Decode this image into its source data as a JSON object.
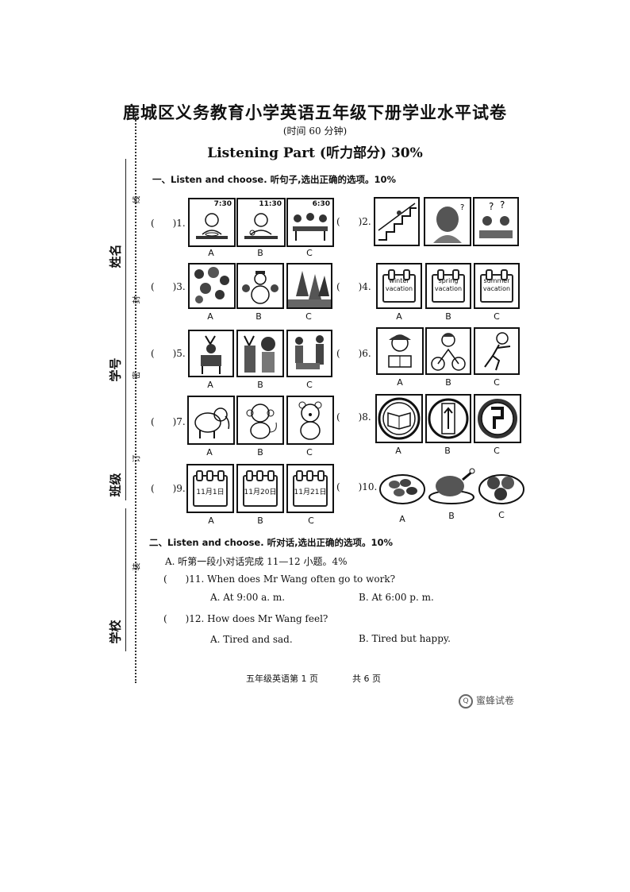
{
  "header": {
    "title": "鹿城区义务教育小学英语五年级下册学业水平试卷",
    "time_note": "(时间 60 分钟)",
    "listening_title": "Listening Part (听力部分) 30%"
  },
  "sidebar": {
    "fields": [
      "姓名",
      "学号",
      "班级",
      "学校"
    ],
    "binding_marks": [
      "线",
      "封",
      "密",
      "订",
      "装"
    ]
  },
  "section1": {
    "heading": "一、Listen and choose. 听句子,选出正确的选项。10%",
    "paren": "(      )",
    "options": [
      "A",
      "B",
      "C"
    ],
    "questions": [
      {
        "num": "1.",
        "images": [
          "7:30",
          "11:30",
          "6:30"
        ],
        "icons": [
          "breakfast-icon",
          "lunch-icon",
          "dinner-icon"
        ]
      },
      {
        "num": "2.",
        "images": [
          "",
          "",
          ""
        ],
        "icons": [
          "stairs-icon",
          "hair-back-icon",
          "question-people-icon"
        ]
      },
      {
        "num": "3.",
        "images": [
          "",
          "",
          ""
        ],
        "icons": [
          "autumn-leaves-icon",
          "snowman-icon",
          "forest-icon"
        ]
      },
      {
        "num": "4.",
        "images": [
          "winter vacation",
          "spring vacation",
          "summer vacation"
        ],
        "icons": [
          "calendar-icon",
          "calendar-icon",
          "calendar-icon"
        ]
      },
      {
        "num": "5.",
        "images": [
          "",
          "",
          ""
        ],
        "icons": [
          "horse-rider-icon",
          "girls-horse-icon",
          "family-horse-icon"
        ]
      },
      {
        "num": "6.",
        "images": [
          "",
          "",
          ""
        ],
        "icons": [
          "reading-boy-icon",
          "cycling-boy-icon",
          "running-boy-icon"
        ]
      },
      {
        "num": "7.",
        "images": [
          "",
          "",
          ""
        ],
        "icons": [
          "elephant-icon",
          "monkey-icon",
          "bear-icon"
        ]
      },
      {
        "num": "8.",
        "images": [
          "",
          "",
          ""
        ],
        "icons": [
          "book-sign-icon",
          "one-way-sign-icon",
          "turn-sign-icon"
        ]
      },
      {
        "num": "9.",
        "images": [
          "11月1日",
          "11月20日",
          "11月21日"
        ],
        "icons": [
          "calendar-icon",
          "calendar-icon",
          "calendar-icon"
        ]
      },
      {
        "num": "10.",
        "images": [
          "",
          "",
          ""
        ],
        "icons": [
          "dumplings-icon",
          "roast-chicken-icon",
          "mooncakes-icon"
        ]
      }
    ]
  },
  "section2": {
    "heading": "二、Listen and choose. 听对话,选出正确的选项。10%",
    "part_a": "A. 听第一段小对话完成 11—12 小题。4%",
    "paren": "(      )",
    "questions": [
      {
        "num": "11.",
        "text": "When does Mr Wang often go to work?",
        "option_a": "A. At 9:00 a. m.",
        "option_b": "B. At 6:00 p. m."
      },
      {
        "num": "12.",
        "text": "How does Mr Wang feel?",
        "option_a": "A. Tired and sad.",
        "option_b": "B. Tired but happy."
      }
    ]
  },
  "footer": {
    "page_text": "五年级英语第 1 页",
    "total_text": "共 6 页"
  },
  "watermark": {
    "icon": "q-logo-icon",
    "text": "蜜蜂试卷"
  }
}
